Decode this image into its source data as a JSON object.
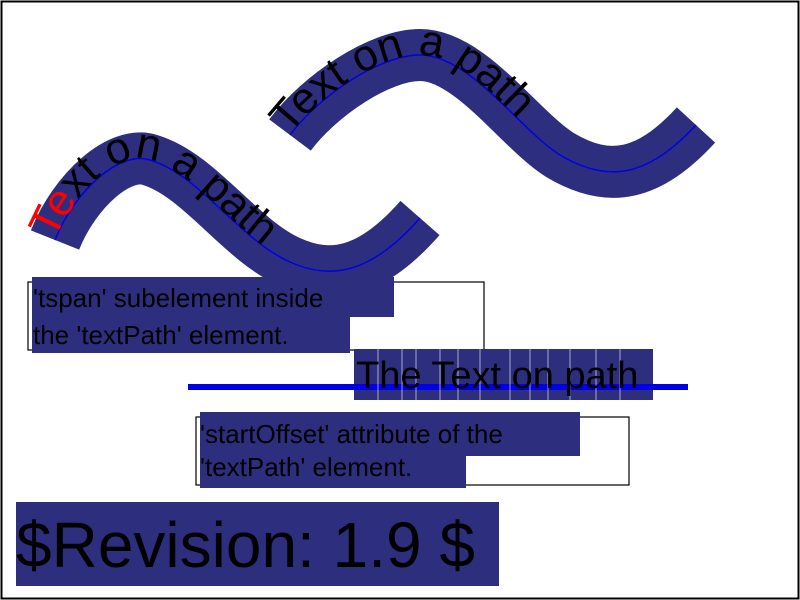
{
  "path_text_1": {
    "first": "Te",
    "rest": "xt on a path"
  },
  "path_text_2": "Text on a path",
  "caption_1": {
    "line1": "'tspan' subelement inside",
    "line2": "the 'textPath' element."
  },
  "offset_text": "The Text on path",
  "caption_2": {
    "line1": "'startOffset' attribute of the",
    "line2": "'textPath' element."
  },
  "revision": "$Revision: 1.9 $",
  "colors": {
    "highlight": "#2e2e7e",
    "path_stroke": "#0000e6",
    "accent_text": "#ff0000",
    "text": "#000000"
  }
}
